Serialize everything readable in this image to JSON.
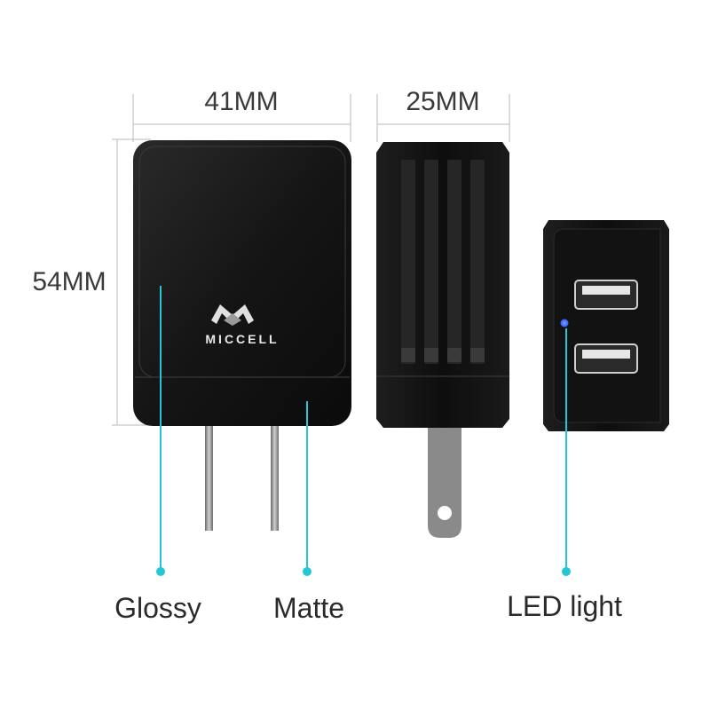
{
  "dimensions": {
    "width_label": "41MM",
    "depth_label": "25MM",
    "height_label": "54MM"
  },
  "brand": {
    "name": "MICCELL",
    "logo_icon": "miccell-logo-icon"
  },
  "callouts": {
    "glossy": "Glossy",
    "matte": "Matte",
    "led": "LED light"
  },
  "colors": {
    "body": "#161616",
    "callout_cyan": "#25c6d6",
    "led_blue": "#2f5bff",
    "dimension_line": "#b8b8b8"
  }
}
